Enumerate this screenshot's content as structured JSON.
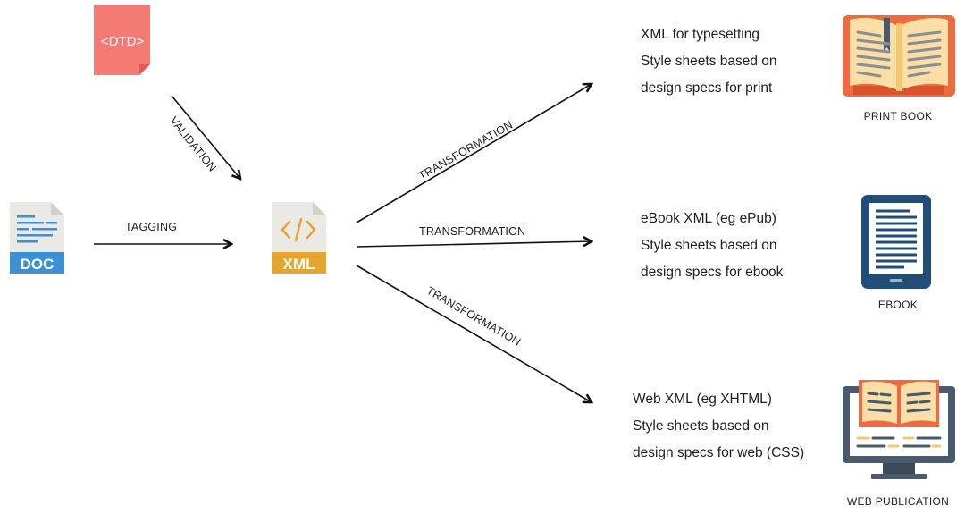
{
  "source": {
    "dtd_label": "<DTD>",
    "doc_label": "DOC",
    "xml_label": "XML"
  },
  "arrows": {
    "validation": "VALIDATION",
    "tagging": "TAGGING",
    "transform_print": "TRANSFORMATION",
    "transform_ebook": "TRANSFORMATION",
    "transform_web": "TRANSFORMATION"
  },
  "outputs": {
    "print": {
      "lines": [
        "XML for typesetting",
        "Style sheets based on",
        "design specs for print"
      ],
      "caption": "PRINT BOOK",
      "icon": "open-book-icon"
    },
    "ebook": {
      "lines": [
        "eBook XML (eg ePub)",
        "Style sheets based on",
        "design specs for ebook"
      ],
      "caption": "EBOOK",
      "icon": "ereader-icon"
    },
    "web": {
      "lines": [
        "Web XML (eg XHTML)",
        "Style sheets based on",
        "design specs for web (CSS)"
      ],
      "caption": "WEB PUBLICATION",
      "icon": "monitor-book-icon"
    }
  },
  "colors": {
    "dtd": "#f47a74",
    "doc": "#3d8fd6",
    "xml": "#e5a530",
    "page": "#ebe9e4",
    "book_orange": "#ef6a3f",
    "book_page": "#fcdfa6",
    "ereader": "#214e78",
    "monitor": "#4a5a6e"
  }
}
